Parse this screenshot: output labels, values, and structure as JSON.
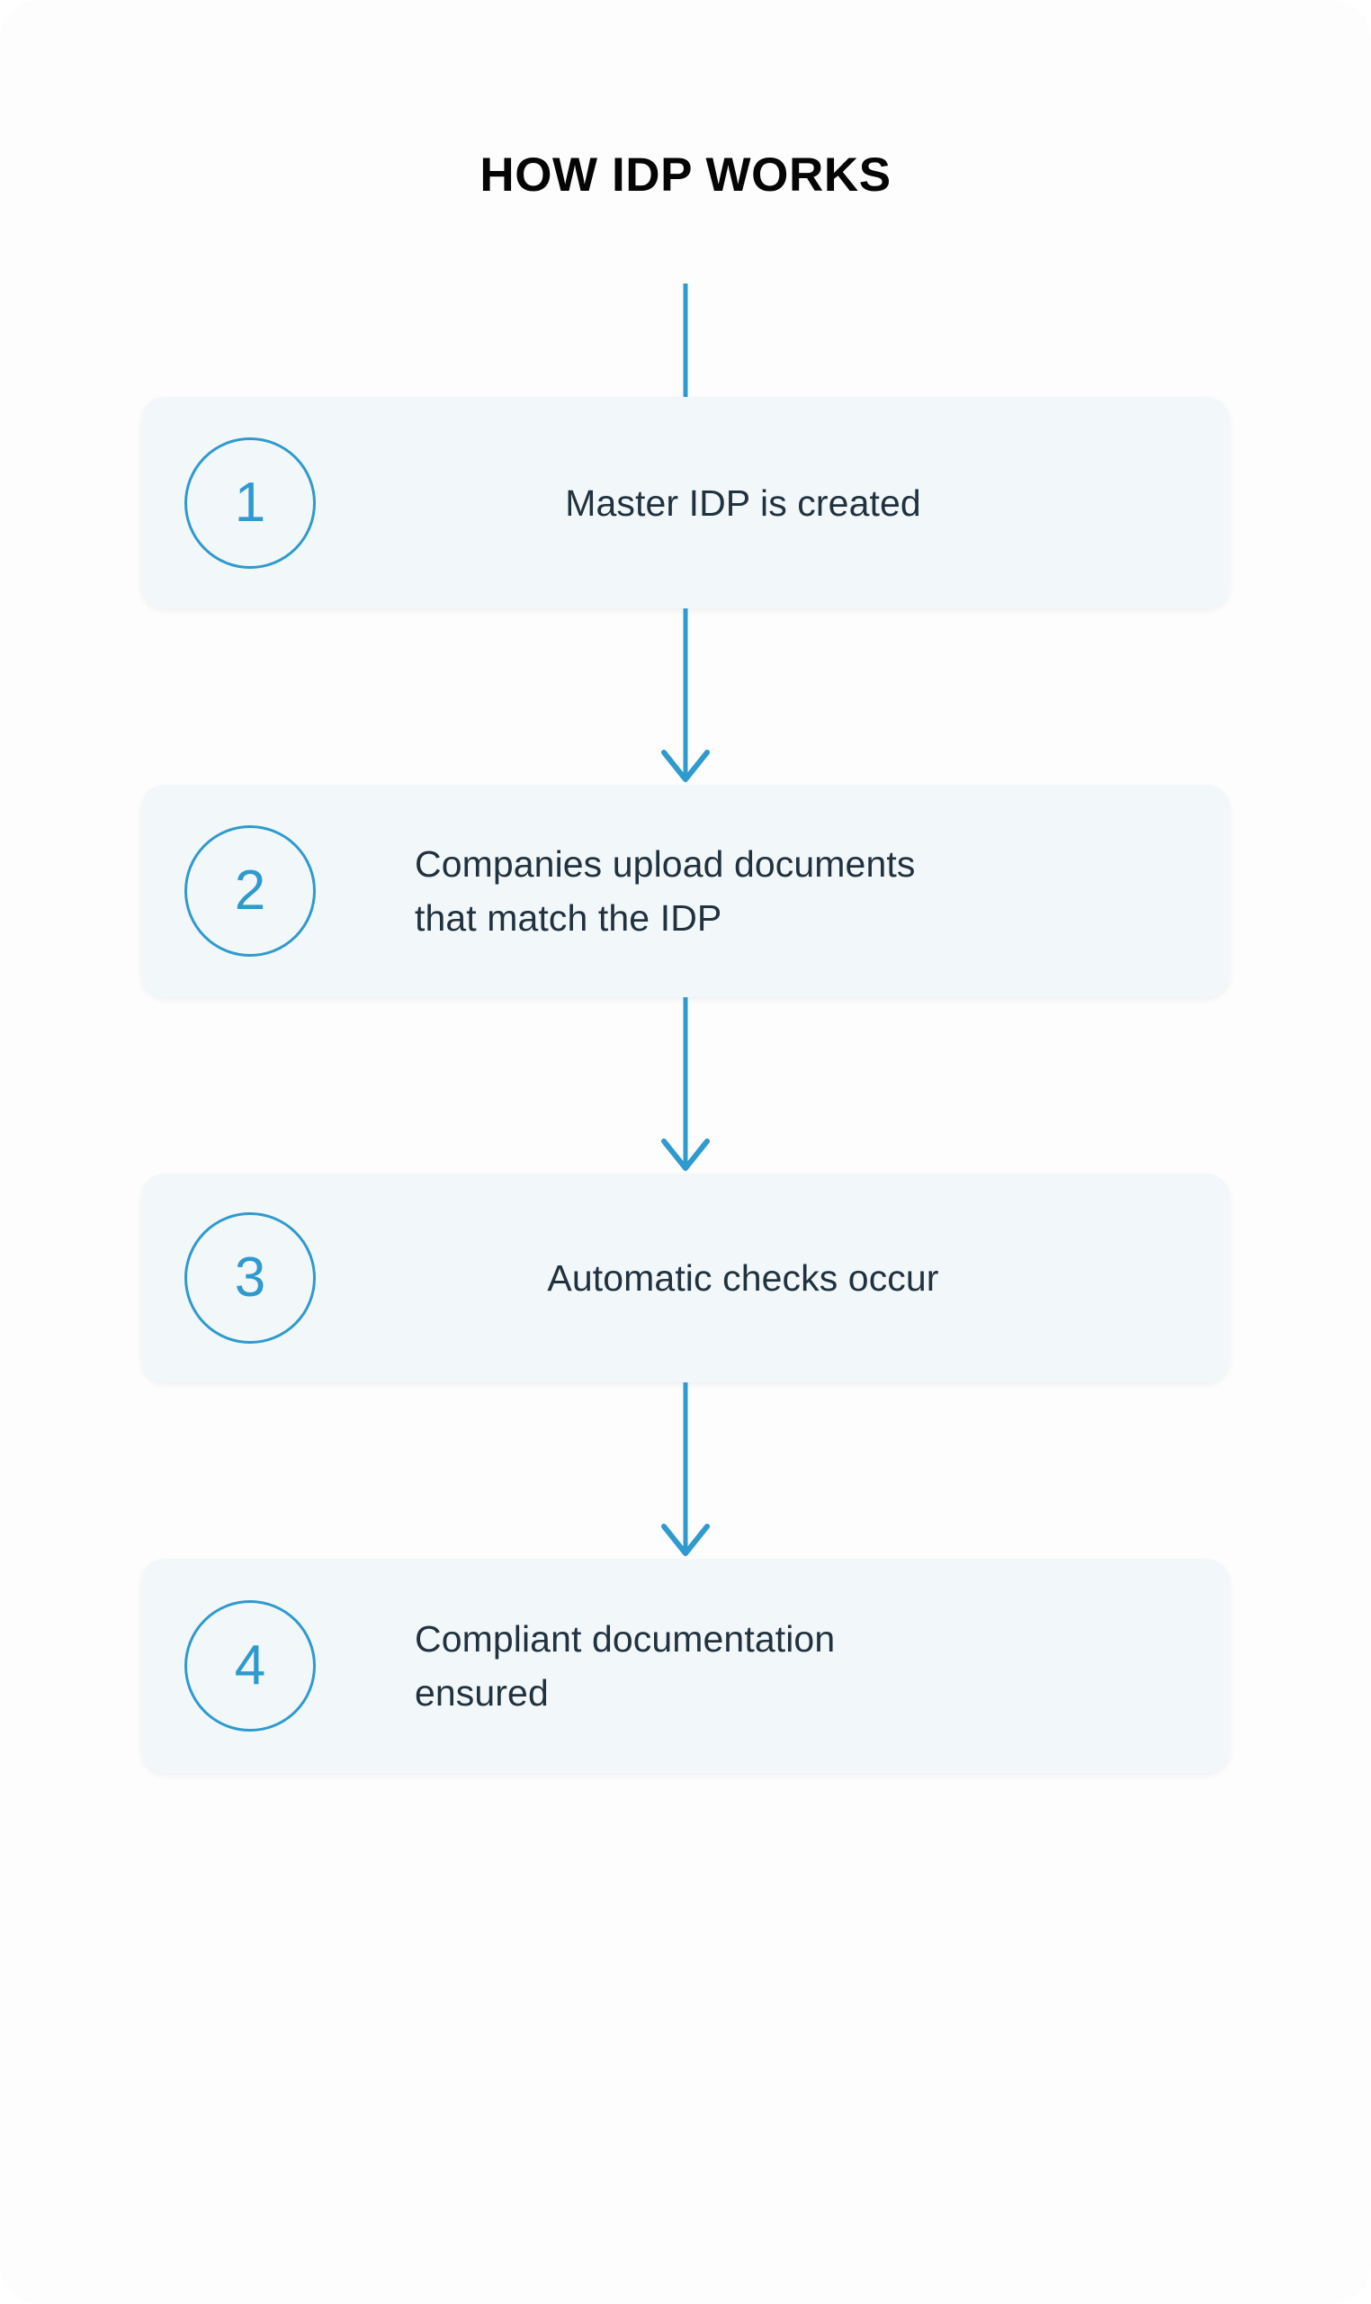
{
  "title": "HOW IDP WORKS",
  "colors": {
    "accent": "#2f9ace",
    "card_background": "#f2f7fa",
    "text": "#21323e",
    "title": "#050505",
    "page_background": "#fdfdfd"
  },
  "flow": {
    "top_connector": {
      "kind": "line",
      "name": "connector-line-top"
    },
    "steps": [
      {
        "number": "1",
        "label": "Master IDP is created",
        "align": "center",
        "connector_after": {
          "kind": "arrow",
          "name": "connector-arrow-1-to-2"
        }
      },
      {
        "number": "2",
        "label": "Companies upload documents\nthat match the IDP",
        "align": "left",
        "connector_after": {
          "kind": "arrow",
          "name": "connector-arrow-2-to-3"
        }
      },
      {
        "number": "3",
        "label": "Automatic checks occur",
        "align": "center",
        "connector_after": {
          "kind": "arrow",
          "name": "connector-arrow-3-to-4"
        }
      },
      {
        "number": "4",
        "label": "Compliant documentation\nensured",
        "align": "left",
        "connector_after": null
      }
    ]
  }
}
